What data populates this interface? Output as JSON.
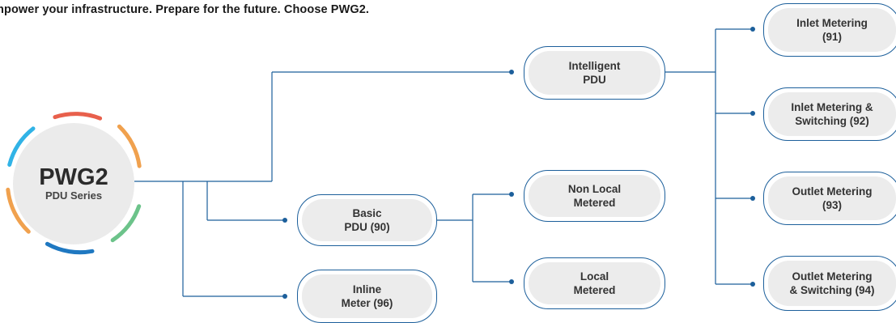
{
  "tagline": "mpower your infrastructure. Prepare for the future. Choose PWG2.",
  "hub": {
    "title": "PWG2",
    "subtitle": "PDU Series"
  },
  "nodes": {
    "intelligent": {
      "line1": "Intelligent",
      "line2": "PDU"
    },
    "basic": {
      "line1": "Basic",
      "line2": "PDU (90)"
    },
    "inline": {
      "line1": "Inline",
      "line2": "Meter (96)"
    },
    "non_local": {
      "line1": "Non Local",
      "line2": "Metered"
    },
    "local": {
      "line1": "Local",
      "line2": "Metered"
    },
    "inlet_metering": {
      "line1": "Inlet Metering",
      "line2": "(91)"
    },
    "inlet_switching": {
      "line1": "Inlet Metering &",
      "line2": "Switching (92)"
    },
    "outlet_metering": {
      "line1": "Outlet Metering",
      "line2": "(93)"
    },
    "outlet_switching": {
      "line1": "Outlet Metering",
      "line2": "& Switching (94)"
    }
  },
  "colors": {
    "line": "#1c5f9b",
    "node_fill": "#ececec",
    "hub_fill": "#ebebeb",
    "ring_red": "#e8604c",
    "ring_orange": "#f0a14e",
    "ring_green": "#6cc38a",
    "ring_blue": "#1f78c1",
    "ring_cyan": "#31b3e6"
  }
}
